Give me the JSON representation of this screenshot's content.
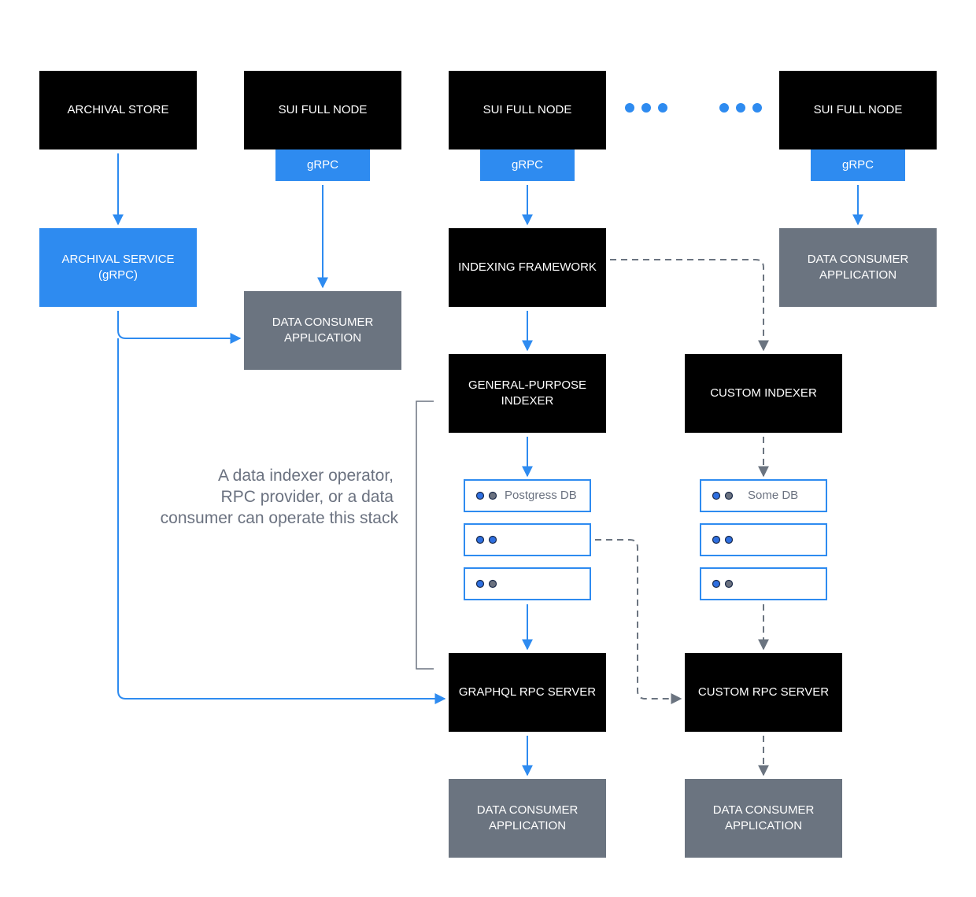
{
  "colors": {
    "black_box": "#000000",
    "blue_box": "#2e8bf0",
    "gray_box": "#6b7480",
    "blue_line": "#2e8bf0",
    "gray_line": "#6b7480",
    "db_border": "#2e8bf0",
    "db_dot_blue": "#2e6fe0",
    "db_dot_gray": "#6b7280",
    "note_text": "#6b7280",
    "ellipsis": "#2e8bf0"
  },
  "nodes": {
    "archival_store": "ARCHIVAL STORE",
    "sui_full_node_1": "SUI FULL NODE",
    "sui_full_node_2": "SUI FULL NODE",
    "sui_full_node_3": "SUI FULL NODE",
    "grpc_1": "gRPC",
    "grpc_2": "gRPC",
    "grpc_3": "gRPC",
    "archival_service_line1": "ARCHIVAL SERVICE",
    "archival_service_line2": "(gRPC)",
    "consumer_1_line1": "DATA CONSUMER",
    "consumer_1_line2": "APPLICATION",
    "indexing_framework": "INDEXING FRAMEWORK",
    "consumer_2_line1": "DATA CONSUMER",
    "consumer_2_line2": "APPLICATION",
    "general_indexer_line1": "GENERAL-PURPOSE",
    "general_indexer_line2": "INDEXER",
    "custom_indexer": "CUSTOM INDEXER",
    "graphql_server": "GRAPHQL RPC SERVER",
    "custom_rpc_server": "CUSTOM RPC SERVER",
    "consumer_3_line1": "DATA CONSUMER",
    "consumer_3_line2": "APPLICATION",
    "consumer_4_line1": "DATA CONSUMER",
    "consumer_4_line2": "APPLICATION"
  },
  "databases": {
    "postgres_label": "Postgress DB",
    "some_db_label": "Some DB"
  },
  "note": {
    "line1": "A data indexer operator,",
    "line2": "RPC provider, or a data",
    "line3": "consumer can operate this stack"
  }
}
